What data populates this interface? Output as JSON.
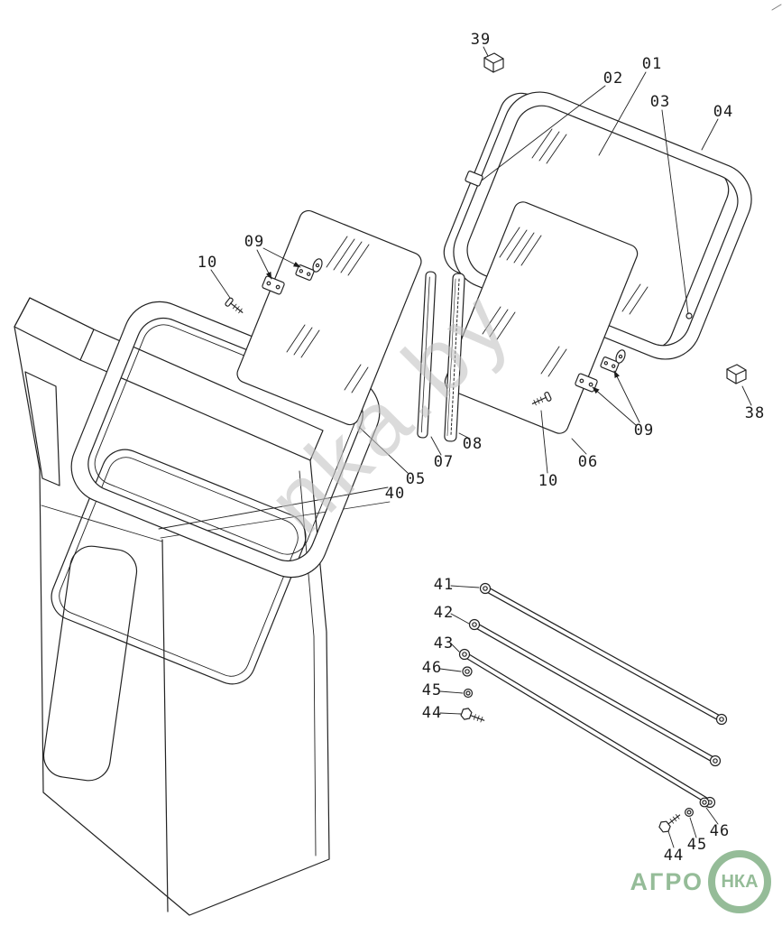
{
  "page": {
    "background": "#ffffff",
    "line_color": "#222222"
  },
  "callouts": [
    {
      "part": "39"
    },
    {
      "part": "01"
    },
    {
      "part": "02"
    },
    {
      "part": "03"
    },
    {
      "part": "04"
    },
    {
      "part": "09"
    },
    {
      "part": "10"
    },
    {
      "part": "38"
    },
    {
      "part": "09"
    },
    {
      "part": "06"
    },
    {
      "part": "10"
    },
    {
      "part": "08"
    },
    {
      "part": "07"
    },
    {
      "part": "05"
    },
    {
      "part": "40"
    },
    {
      "part": "41"
    },
    {
      "part": "42"
    },
    {
      "part": "43"
    },
    {
      "part": "46"
    },
    {
      "part": "45"
    },
    {
      "part": "44"
    },
    {
      "part": "44"
    },
    {
      "part": "45"
    },
    {
      "part": "46"
    }
  ],
  "watermark": {
    "text": "nka.by",
    "color": "#c2c2c2"
  },
  "logo": {
    "text": "АГРО",
    "badge": "НКА",
    "color": "#4f9155"
  }
}
